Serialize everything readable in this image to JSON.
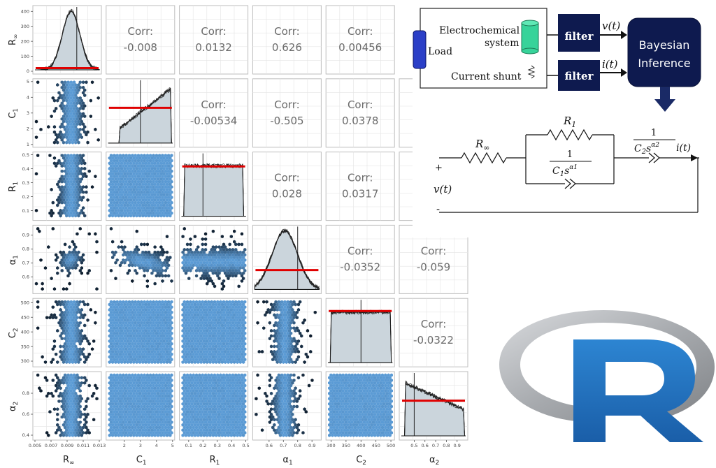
{
  "chart_data": {
    "type": "scatter",
    "subtype": "pairs-matrix",
    "variables": [
      {
        "key": "Rinf",
        "label_base": "R",
        "label_sub": "∞",
        "range": [
          0.005,
          0.013
        ],
        "ticks": [
          0.005,
          0.007,
          0.009,
          0.011,
          0.013
        ],
        "tick_labels": [
          "0.005",
          "0.007",
          "0.009",
          "0.011",
          "0.013"
        ],
        "ytick_labels": [
          "0",
          "100",
          "200",
          "300",
          "400"
        ],
        "yrange": [
          0,
          420
        ]
      },
      {
        "key": "C1",
        "label_base": "C",
        "label_sub": "1",
        "range": [
          1,
          5
        ],
        "ticks": [
          2,
          3,
          4,
          5
        ],
        "tick_labels": [
          "2",
          "3",
          "4",
          "5"
        ],
        "ytick_labels": [
          "1",
          "2",
          "3",
          "4",
          "5"
        ],
        "yticks": [
          1,
          2,
          3,
          4,
          5
        ]
      },
      {
        "key": "R1",
        "label_base": "R",
        "label_sub": "1",
        "range": [
          0.05,
          0.5
        ],
        "ticks": [
          0.1,
          0.2,
          0.3,
          0.4,
          0.5
        ],
        "tick_labels": [
          "0.1",
          "0.2",
          "0.3",
          "0.4",
          "0.5"
        ],
        "ytick_labels": [
          "0.1",
          "0.2",
          "0.3",
          "0.4",
          "0.5"
        ],
        "yticks": [
          0.1,
          0.2,
          0.3,
          0.4,
          0.5
        ]
      },
      {
        "key": "alpha1",
        "label_base": "α",
        "label_sub": "1",
        "range": [
          0.5,
          0.95
        ],
        "ticks": [
          0.6,
          0.7,
          0.8,
          0.9
        ],
        "tick_labels": [
          "0.6",
          "0.7",
          "0.8",
          "0.9"
        ],
        "ytick_labels": [
          "0.6",
          "0.7",
          "0.8",
          "0.9"
        ],
        "yticks": [
          0.6,
          0.7,
          0.8,
          0.9
        ]
      },
      {
        "key": "C2",
        "label_base": "C",
        "label_sub": "2",
        "range": [
          290,
          505
        ],
        "ticks": [
          300,
          350,
          400,
          450,
          500
        ],
        "tick_labels": [
          "300",
          "350",
          "400",
          "450",
          "500"
        ],
        "ytick_labels": [
          "300",
          "350",
          "400",
          "450",
          "500"
        ],
        "yticks": [
          300,
          350,
          400,
          450,
          500
        ]
      },
      {
        "key": "alpha2",
        "label_base": "α",
        "label_sub": "2",
        "range": [
          0.38,
          0.98
        ],
        "ticks": [
          0.5,
          0.6,
          0.7,
          0.8,
          0.9
        ],
        "tick_labels": [
          "0.5",
          "0.6",
          "0.7",
          "0.8",
          "0.9"
        ],
        "ytick_labels": [
          "0.4",
          "0.6",
          "0.8"
        ],
        "yticks": [
          0.4,
          0.6,
          0.8
        ]
      }
    ],
    "correlations": [
      {
        "row": 0,
        "col": 1,
        "label": "Corr:",
        "value": "-0.008"
      },
      {
        "row": 0,
        "col": 2,
        "label": "Corr:",
        "value": "0.0132"
      },
      {
        "row": 0,
        "col": 3,
        "label": "Corr:",
        "value": "0.626"
      },
      {
        "row": 0,
        "col": 4,
        "label": "Corr:",
        "value": "0.00456"
      },
      {
        "row": 1,
        "col": 2,
        "label": "Corr:",
        "value": "-0.00534"
      },
      {
        "row": 1,
        "col": 3,
        "label": "Corr:",
        "value": "-0.505"
      },
      {
        "row": 1,
        "col": 4,
        "label": "Corr:",
        "value": "0.0378"
      },
      {
        "row": 2,
        "col": 3,
        "label": "Corr:",
        "value": "0.028"
      },
      {
        "row": 2,
        "col": 4,
        "label": "Corr:",
        "value": "0.0317"
      },
      {
        "row": 3,
        "col": 4,
        "label": "Corr:",
        "value": "-0.0352"
      },
      {
        "row": 3,
        "col": 5,
        "label": "Corr:",
        "value": "-0.059"
      },
      {
        "row": 4,
        "col": 5,
        "label": "Corr:",
        "value": "-0.0322"
      }
    ],
    "diagonal": [
      {
        "var": "Rinf",
        "shape": "bell",
        "center": 0.0095,
        "spread": 0.0011,
        "prior_level": 0.03,
        "true_value": 0.0102
      },
      {
        "var": "C1",
        "shape": "ramp-up",
        "low": 1.7,
        "high": 4.9,
        "prior_level": 0.6,
        "true_value": 3.0
      },
      {
        "var": "R1",
        "shape": "flat",
        "low": 0.07,
        "high": 0.48,
        "prior_level": 0.85,
        "true_value": 0.2
      },
      {
        "var": "alpha1",
        "shape": "bell",
        "center": 0.71,
        "spread": 0.09,
        "prior_level": 0.33,
        "true_value": 0.8
      },
      {
        "var": "C2",
        "shape": "flat",
        "low": 300,
        "high": 500,
        "prior_level": 0.88,
        "true_value": 400
      },
      {
        "var": "alpha2",
        "shape": "ramp-down",
        "low": 0.42,
        "high": 0.96,
        "prior_level": 0.6,
        "true_value": 0.5
      }
    ],
    "colors": {
      "hex_dark": "#0d1b2a",
      "hex_light": "#5b9bd5",
      "density_fill": "#cbd5dc",
      "prior_line": "#e00000",
      "grid": "#e4e4e4",
      "panel_border": "#bdbdbd",
      "corr_text": "#6b6b6b"
    }
  },
  "diagram": {
    "load_label": "Load",
    "electrochem_label_1": "Electrochemical",
    "electrochem_label_2": "system",
    "shunt_label": "Current shunt",
    "filter_label": "filter",
    "v_signal": "v(t)",
    "i_signal": "i(t)",
    "bayes_label_1": "Bayesian",
    "bayes_label_2": "Inference",
    "circuit": {
      "r_inf": "R",
      "r_inf_sub": "∞",
      "r1": "R",
      "r1_sub": "1",
      "cpe1_num": "1",
      "cpe1_den": "C",
      "cpe1_den_sub": "1",
      "cpe1_s": "s",
      "cpe1_exp": "α1",
      "cpe2_num": "1",
      "cpe2_den": "C",
      "cpe2_den_sub": "2",
      "cpe2_s": "s",
      "cpe2_exp": "α2",
      "i_label": "i(t)",
      "v_label": "v(t)",
      "plus": "+",
      "minus": "-"
    },
    "colors": {
      "navy": "#0e1a4f",
      "load_blue": "#2b3fc7",
      "cell_green": "#37d39a",
      "arrow": "#1a2a66"
    }
  },
  "logo": {
    "colors": {
      "ring_dark": "#8a8c90",
      "ring_light": "#d6d8db",
      "letter": "#1f6ab6",
      "letter_light": "#2d85d2"
    }
  }
}
